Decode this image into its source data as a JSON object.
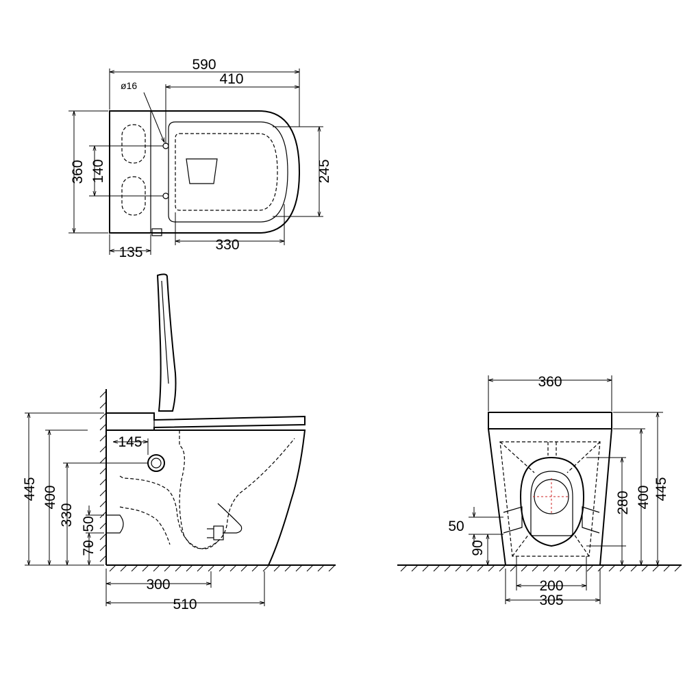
{
  "top_view": {
    "overall_length": "590",
    "seat_length": "410",
    "pipe_diameter": "ø16",
    "overall_width": "360",
    "hole_spacing": "140",
    "seat_width": "245",
    "hole_offset": "135",
    "inner_length": "330"
  },
  "side_view": {
    "total_height": "445",
    "rim_height": "400",
    "inlet_height": "330",
    "outlet_diameter": "50",
    "outlet_height": "70",
    "inlet_offset": "145",
    "outlet_distance": "300",
    "overall_depth": "510"
  },
  "front_view": {
    "width": "360",
    "outlet_diameter": "50",
    "outlet_height": "90",
    "inner_height": "280",
    "rim_height": "400",
    "total_height": "445",
    "base_inner_width": "200",
    "base_outer_width": "305"
  }
}
